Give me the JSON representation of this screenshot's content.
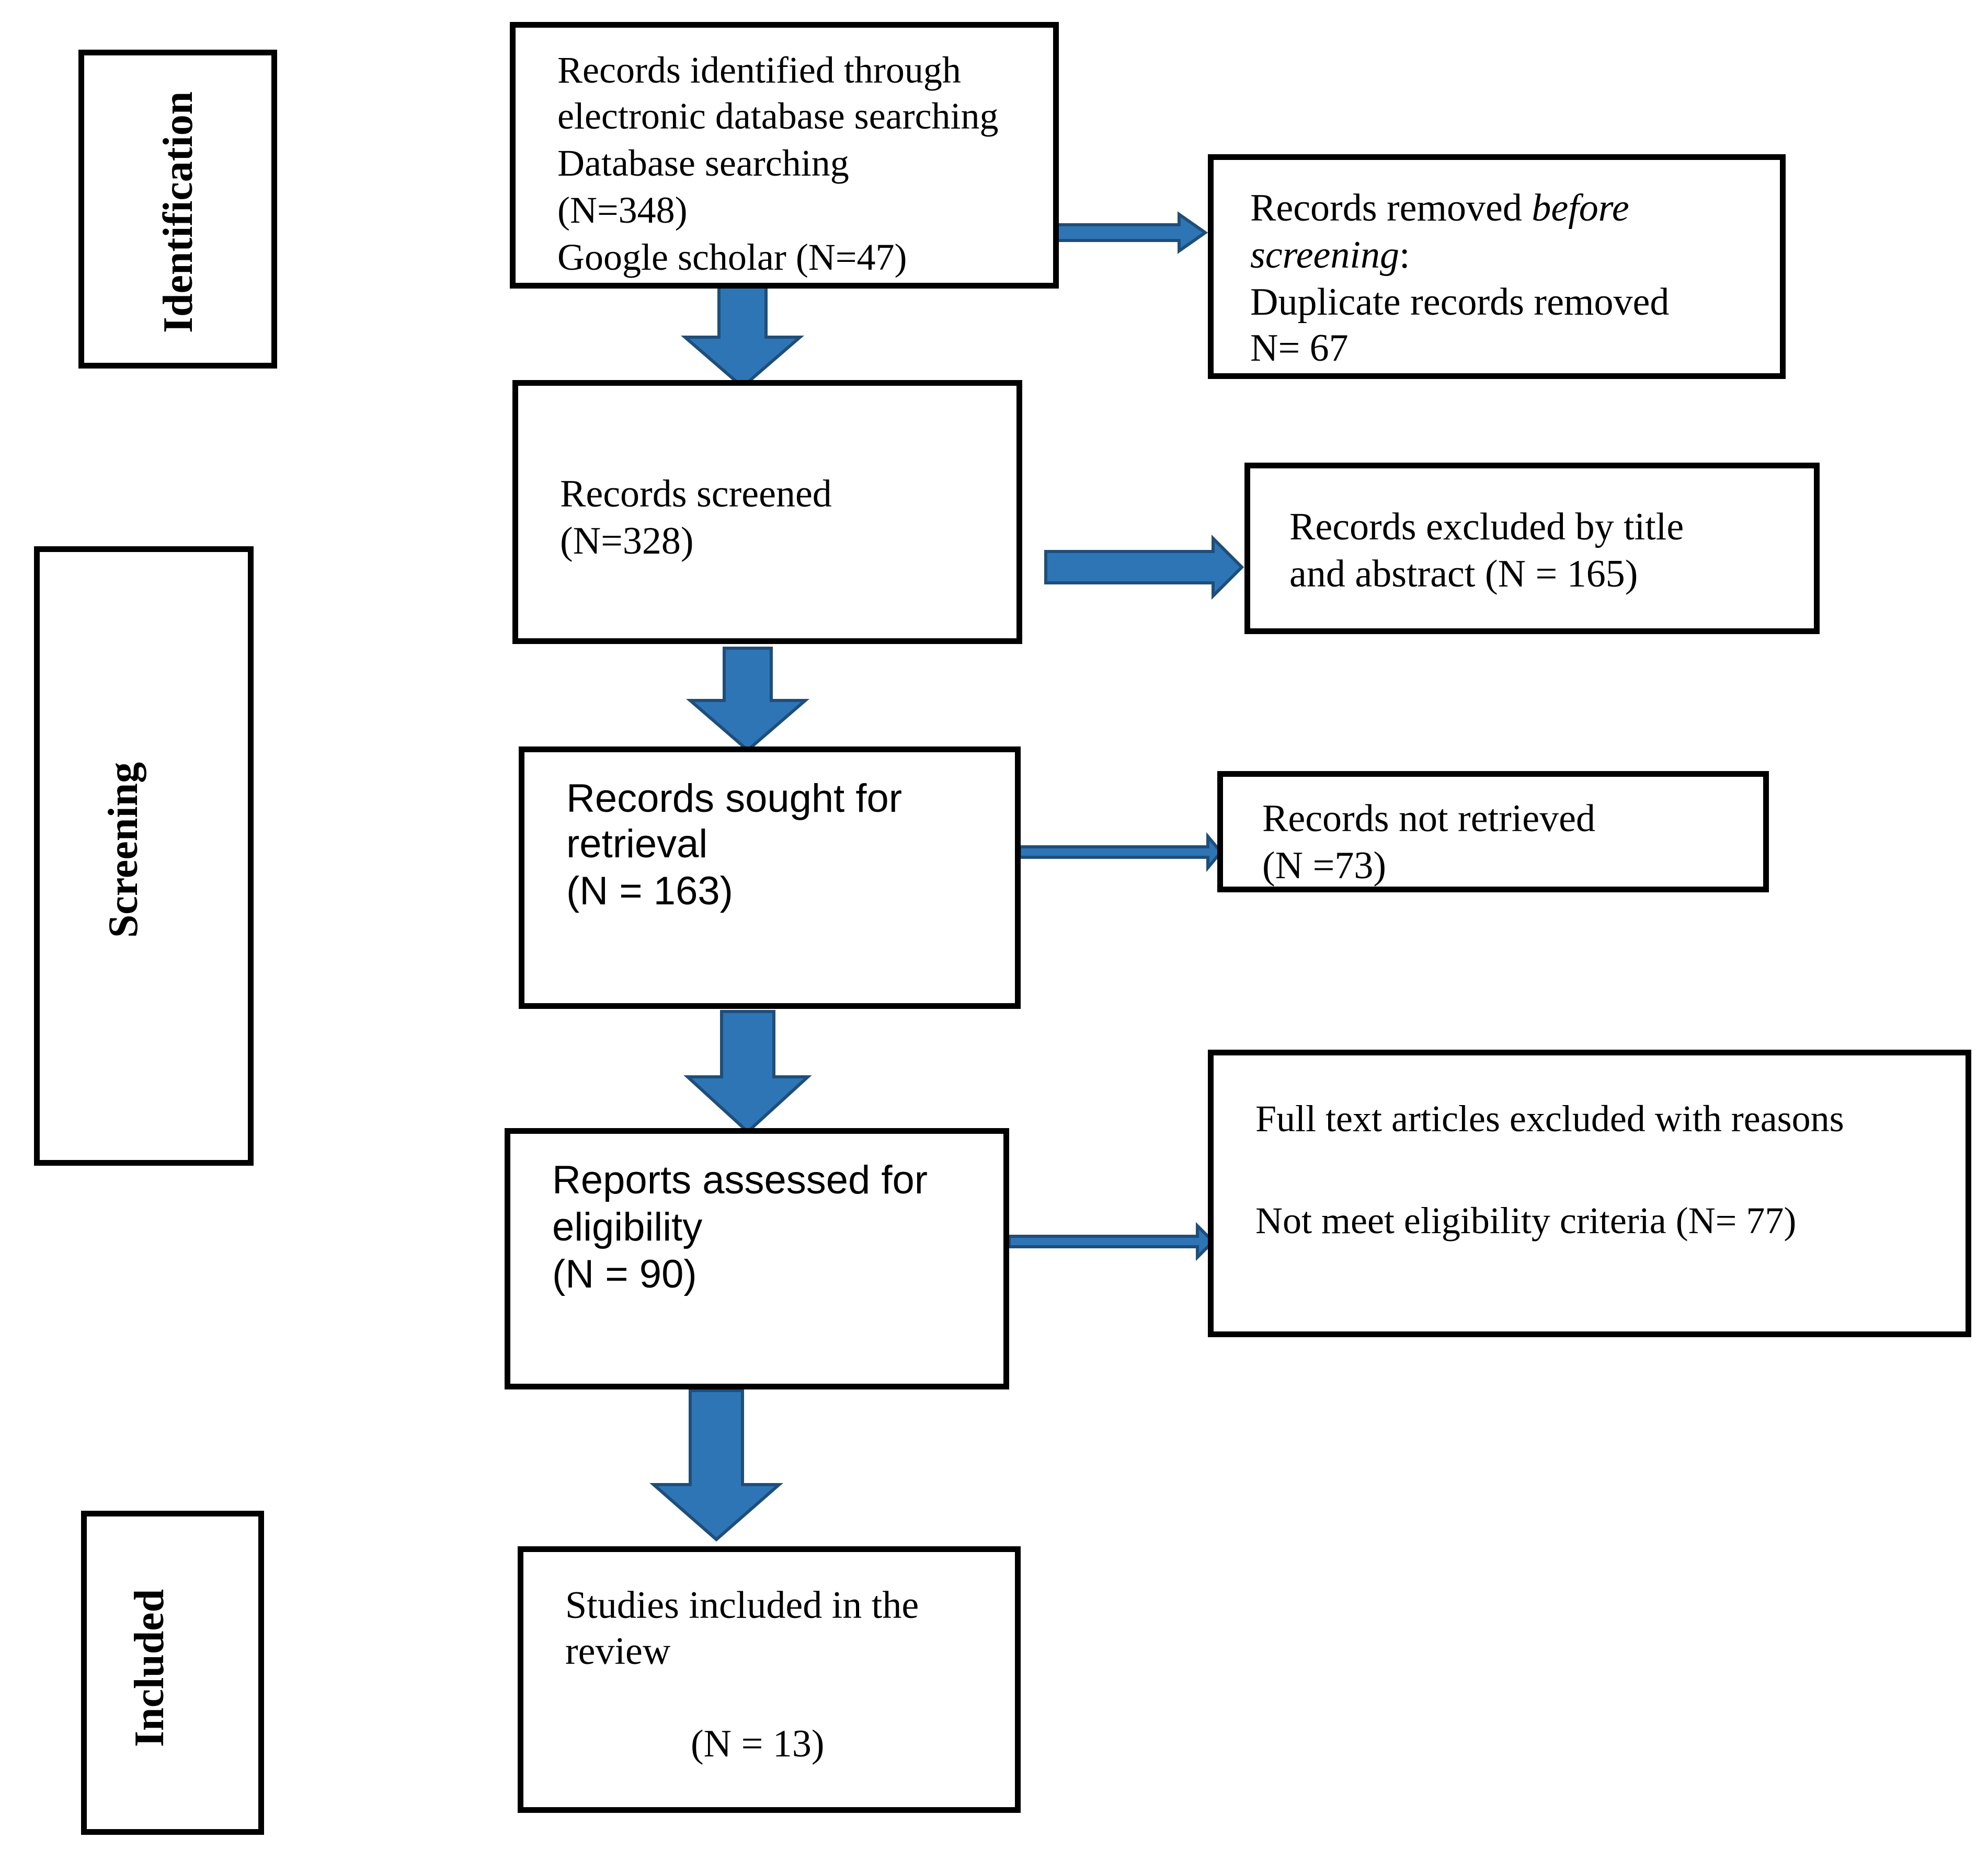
{
  "stages": {
    "identification": "Identification",
    "screening": "Screening",
    "included": "Included"
  },
  "boxes": {
    "identified": {
      "line1": "Records identified through",
      "line2": "electronic database searching",
      "line3": "Database searching",
      "line4": "(N=348)",
      "line5": "Google scholar (N=47)"
    },
    "removed": {
      "line1_prefix": "Records removed ",
      "line1_italic": "before",
      "line2_italic": "screening",
      "line2_suffix": ":",
      "line3": "Duplicate records removed",
      "line4": "N= 67"
    },
    "screened": {
      "line1": "Records screened",
      "line2": "(N=328)"
    },
    "excluded_title": {
      "line1": "Records excluded by title",
      "line2": "and abstract (N = 165)"
    },
    "sought": {
      "line1": "Records sought for",
      "line2": "retrieval",
      "line3": "(N = 163)"
    },
    "not_retrieved": {
      "line1": "Records not retrieved",
      "line2": "(N =73)"
    },
    "assessed": {
      "line1": "Reports assessed for",
      "line2": "eligibility",
      "line3": "(N = 90)"
    },
    "fulltext_excluded": {
      "line1": "Full text articles excluded with reasons",
      "line2": "Not meet eligibility criteria (N= 77)"
    },
    "included": {
      "line1": "Studies included in the",
      "line2": "review",
      "line3": "(N = 13)"
    }
  },
  "colors": {
    "arrow_fill": "#2e75b6",
    "arrow_stroke": "#1f4e79",
    "border": "#000000"
  }
}
